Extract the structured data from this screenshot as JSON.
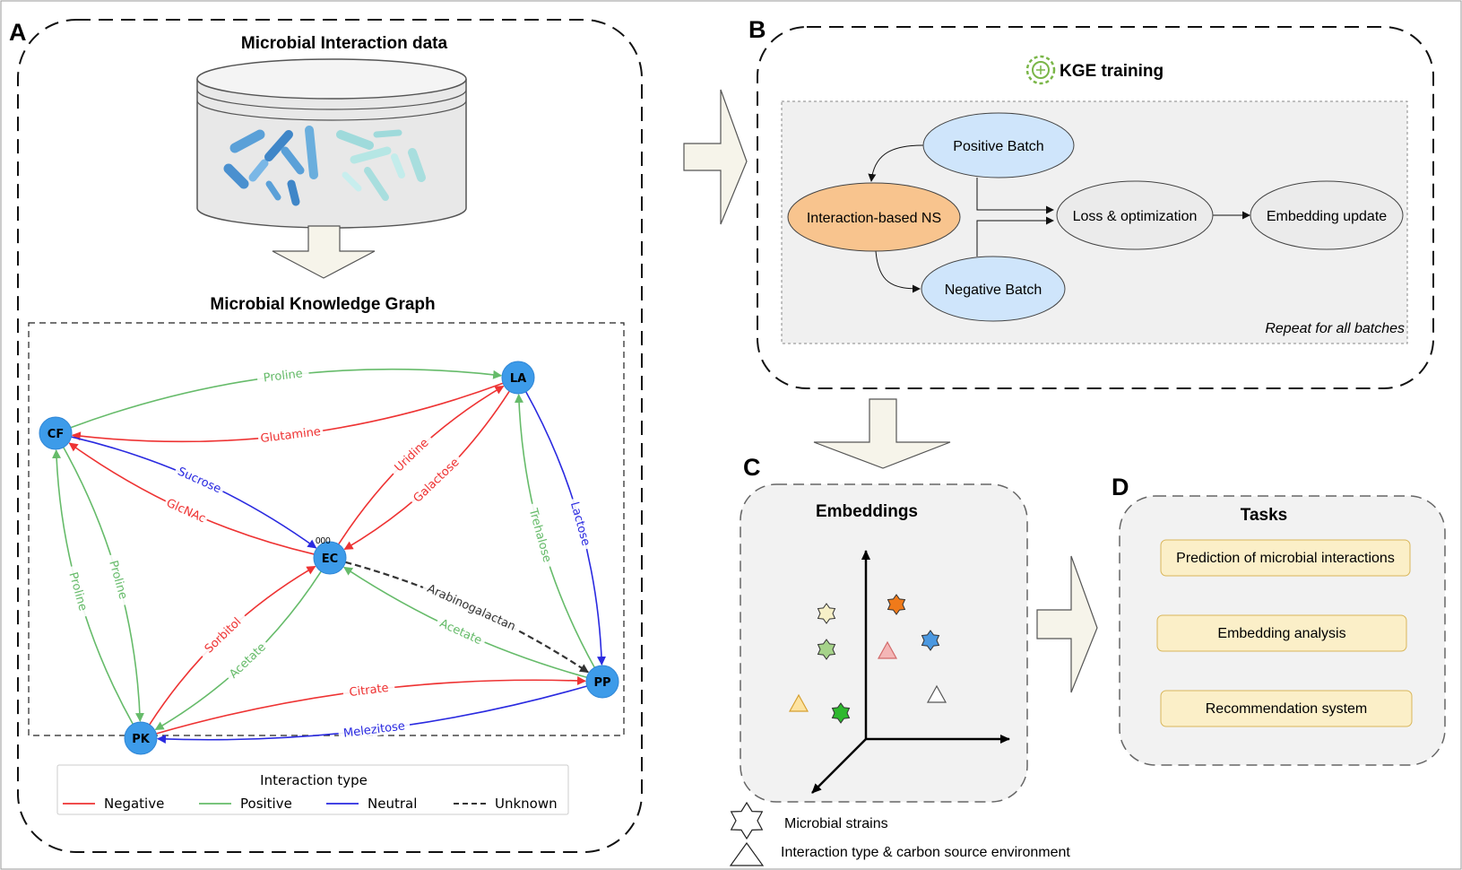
{
  "panels": {
    "a": {
      "letter": "A",
      "data_title": "Microbial Interaction data",
      "graph_title": "Microbial  Knowledge Graph"
    },
    "b": {
      "letter": "B",
      "title": "KGE training",
      "nodes": {
        "positive": "Positive Batch",
        "ns": "Interaction-based NS",
        "negative": "Negative Batch",
        "loss": "Loss & optimization",
        "update": "Embedding update"
      },
      "note": "Repeat for all batches"
    },
    "c": {
      "letter": "C",
      "title": "Embeddings",
      "legend": {
        "strains": "Microbial strains",
        "interaction": "Interaction type & carbon source environment"
      }
    },
    "d": {
      "letter": "D",
      "title": "Tasks",
      "tasks": [
        "Prediction of microbial interactions",
        "Embedding analysis",
        "Recommendation system"
      ]
    }
  },
  "graph": {
    "nodes": [
      "LA",
      "CF",
      "EC",
      "PP",
      "PK"
    ],
    "ec_badge": "000",
    "edges": [
      {
        "from": "CF",
        "to": "LA",
        "label": "Proline",
        "type": "Positive"
      },
      {
        "from": "LA",
        "to": "CF",
        "label": "Glutamine",
        "type": "Negative"
      },
      {
        "from": "CF",
        "to": "EC",
        "label": "Sucrose",
        "type": "Neutral"
      },
      {
        "from": "EC",
        "to": "CF",
        "label": "GlcNAc",
        "type": "Negative"
      },
      {
        "from": "EC",
        "to": "LA",
        "label": "Uridine",
        "type": "Negative"
      },
      {
        "from": "LA",
        "to": "EC",
        "label": "Galactose",
        "type": "Negative"
      },
      {
        "from": "LA",
        "to": "PP",
        "label": "Lactose",
        "type": "Neutral"
      },
      {
        "from": "PP",
        "to": "LA",
        "label": "Trehalose",
        "type": "Positive"
      },
      {
        "from": "EC",
        "to": "PP",
        "label": "Arabinogalactan",
        "type": "Unknown"
      },
      {
        "from": "PP",
        "to": "EC",
        "label": "Acetate",
        "type": "Positive"
      },
      {
        "from": "PK",
        "to": "CF",
        "label": "Proline",
        "type": "Positive"
      },
      {
        "from": "CF",
        "to": "PK",
        "label": "Proline",
        "type": "Positive"
      },
      {
        "from": "PK",
        "to": "EC",
        "label": "Sorbitol",
        "type": "Negative"
      },
      {
        "from": "EC",
        "to": "PK",
        "label": "Acetate",
        "type": "Positive"
      },
      {
        "from": "PK",
        "to": "PP",
        "label": "Citrate",
        "type": "Negative"
      },
      {
        "from": "PP",
        "to": "PK",
        "label": "Melezitose",
        "type": "Neutral"
      }
    ],
    "legend": {
      "title": "Interaction type",
      "items": [
        "Negative",
        "Positive",
        "Neutral",
        "Unknown"
      ]
    }
  },
  "colors": {
    "negative": "#ee3333",
    "positive": "#66bb6a",
    "neutral": "#2a2ae0",
    "unknown": "#333333",
    "node": "#3d9be9",
    "positive_batch": "#cfe5fb",
    "ns": "#f8c48e",
    "task_box": "#fbefc8"
  }
}
